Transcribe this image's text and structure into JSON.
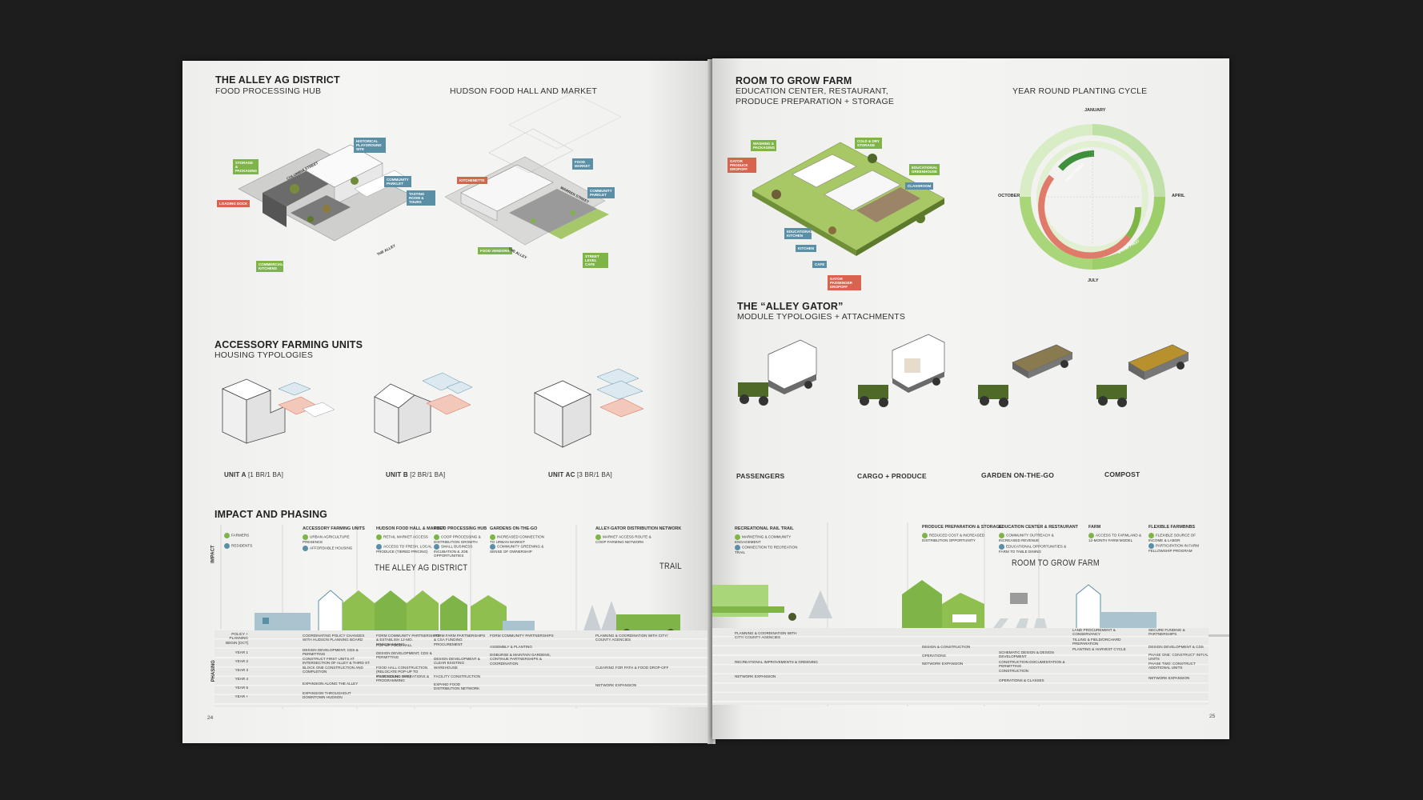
{
  "left": {
    "alley_title": "THE ALLEY AG DISTRICT",
    "alley_sub": "FOOD PROCESSING HUB",
    "hudson_title": "HUDSON FOOD HALL AND MARKET",
    "alley_labels": [
      "STORAGE & PACKAGING",
      "HISTORICAL PLAYGROUND SITE",
      "LOADING DOCK",
      "COMMUNITY PARKLET",
      "TASTING ROOM & TOURS",
      "COMMERCIAL KITCHENS"
    ],
    "alley_streets": [
      "COLUMBIA STREET",
      "THE ALLEY"
    ],
    "hudson_labels": [
      "KITCHENETTE",
      "FOOD MARKET",
      "COMMUNITY PARKLET",
      "FOOD VENDORS",
      "STREET LEVEL CAFE"
    ],
    "hudson_streets": [
      "WARREN STREET",
      "THE ALLEY"
    ],
    "afu_title": "ACCESSORY FARMING UNITS",
    "afu_sub": "HOUSING TYPOLOGIES",
    "units": [
      {
        "name": "UNIT A",
        "spec": " [1 BR/1 BA]"
      },
      {
        "name": "UNIT B",
        "spec": " [2 BR/1 BA]"
      },
      {
        "name": "UNIT AC",
        "spec": " [3 BR/1 BA]"
      }
    ],
    "impact_title": "IMPACT AND PHASING",
    "impact_side": "IMPACT",
    "phasing_side": "PHASING",
    "legend": [
      "FARMERS",
      "RESIDENTS"
    ],
    "big_labels": [
      "THE ALLEY AG DISTRICT",
      "TRAIL"
    ],
    "page_number": "24",
    "columns": [
      {
        "head": "ACCESSORY FARMING UNITS",
        "items": [
          "URBAN AGRICULTURE PRESENCE",
          "AFFORDABLE HOUSING"
        ]
      },
      {
        "head": "HUDSON FOOD HALL & MARKET",
        "items": [
          "RETAIL MARKET ACCESS",
          "ACCESS TO FRESH, LOCAL PRODUCE (TIERED PRICING)"
        ]
      },
      {
        "head": "FOOD PROCESSING HUB",
        "items": [
          "COOP PROCESSING & DISTRIBUTION GROWTH",
          "SMALL BUSINESS INCUBATION & JOB OPPORTUNITIES"
        ]
      },
      {
        "head": "GARDENS ON-THE-GO",
        "items": [
          "INCREASED CONNECTION TO URBAN MARKET",
          "COMMUNITY GREENING & SENSE OF OWNERSHIP"
        ]
      },
      {
        "head": "ALLEY-GATOR DISTRIBUTION NETWORK",
        "items": [
          "MARKET ACCESS ROUTE & COOP FARMING NETWORK"
        ]
      }
    ],
    "rows": [
      "POLICY + PLANNING",
      "BEGIN [OCT]",
      "YEAR 1",
      "YEAR 2",
      "YEAR 3",
      "YEAR 4",
      "YEAR 5",
      "YEAR +"
    ],
    "phasing": [
      [
        "COORDINATING POLICY CHANGES WITH HUDSON PLANNING BOARD",
        "DESIGN DEVELOPMENT, CDs & PERMITTING",
        "CONSTRUCT FIRST UNITS AT INTERSECTION OF ALLEY & THIRD ST. BLOCK ONE CONSTRUCTION AND COMPLETION",
        "EXPANSION ALONG THE ALLEY",
        "EXPANSION THROUGHOUT DOWNTOWN HUDSON"
      ],
      [
        "FORM COMMUNITY PARTNERSHIPS & ESTABLISH 12-MO. PROGRAMMING",
        "POP-UP FOOD HALL",
        "DESIGN DEVELOPMENT, CDs & PERMITTING",
        "FOOD HALL CONSTRUCTION (RELOCATE POP-UP TO PROCESSING HUB)",
        "YEAR ROUND OPERATIONS & PROGRAMMING"
      ],
      [
        "FORM FARM PARTNERSHIPS & CSA FUNDING PROCUREMENT",
        "DESIGN DEVELOPMENT & CLEAR EXISTING WAREHOUSE",
        "FACILITY CONSTRUCTION",
        "EXPAND FOOD DISTRIBUTION NETWORK"
      ],
      [
        "FORM COMMUNITY PARTNERSHIPS",
        "ASSEMBLY & PLANTING",
        "DISBURSE & MAINTAIN GARDENS, CONTINUE PARTNERSHIPS & COORDINATION"
      ],
      [
        "PLANNING & COORDINATION WITH CITY/ COUNTY AGENCIES",
        "CLEARING FOR PATH & FOOD DROP-OFF",
        "NETWORK EXPANSION"
      ]
    ]
  },
  "right": {
    "farm_title": "ROOM TO GROW FARM",
    "farm_sub1": "EDUCATION CENTER, RESTAURANT,",
    "farm_sub2": "PRODUCE PREPARATION + STORAGE",
    "cycle_title": "YEAR ROUND PLANTING CYCLE",
    "farm_labels": [
      "WASHING & PACKAGING",
      "COLD & DRY STORAGE",
      "GATOR PRODUCE DROPOFF",
      "EDUCATIONAL GREENHOUSE",
      "CLASSROOM",
      "EDUCATIONAL KITCHEN",
      "KITCHEN",
      "CAFE",
      "GATOR PASSENGER DROPOFF"
    ],
    "months": [
      "JANUARY",
      "APRIL",
      "JULY",
      "OCTOBER"
    ],
    "cycle_arcs": [
      "FRUIT TREES",
      "STONE FRUIT"
    ],
    "gator_title": "THE “ALLEY GATOR”",
    "gator_sub": "MODULE TYPOLOGIES + ATTACHMENTS",
    "gators": [
      "PASSENGERS",
      "CARGO + PRODUCE",
      "GARDEN ON-THE-GO",
      "COMPOST"
    ],
    "big_labels": [
      "ROOM TO GROW FARM"
    ],
    "page_number": "25",
    "columns": [
      {
        "head": "RECREATIONAL RAIL TRAIL",
        "items": [
          "MARKETING & COMMUNITY ENGAGEMENT",
          "CONNECTION TO RECREATION TRAIL"
        ]
      },
      {
        "head": "PRODUCE PREPARATION & STORAGE",
        "items": [
          "REDUCED COST & INCREASED DISTRIBUTION OPPORTUNITY"
        ]
      },
      {
        "head": "EDUCATION CENTER & RESTAURANT",
        "items": [
          "COMMUNITY OUTREACH & INCREASED REVENUE",
          "EDUCATIONAL OPPORTUNITIES & FARM TO TABLE DINING"
        ]
      },
      {
        "head": "FARM",
        "items": [
          "ACCESS TO FARMLAND & 12-MONTH FARM MODEL"
        ]
      },
      {
        "head": "FLEXIBLE FARMBNBs",
        "items": [
          "FLEXIBLE SOURCE OF INCOME & LABOR",
          "PARTICIPATION IN FARM FELLOWSHIP PROGRAM"
        ]
      }
    ],
    "phasing": [
      [
        "PLANNING & COORDINATION WITH CITY/ COUNTY AGENCIES",
        "RECREATIONAL IMPROVEMENTS & GREENING",
        "NETWORK EXPANSION"
      ],
      [
        "DESIGN & CONSTRUCTION",
        "OPERATIONS",
        "NETWORK EXPANSION"
      ],
      [
        "SCHEMATIC DESIGN & DESIGN DEVELOPMENT",
        "CONSTRUCTION DOCUMENTATION & PERMITTING",
        "CONSTRUCTION",
        "OPERATIONS & CLASSES"
      ],
      [
        "LAND PROCUREMENT & CONSERVANCY",
        "TILLING & FIELD/ORCHARD PREPARATION",
        "PLANTING & HARVEST CYCLE"
      ],
      [
        "SECURE FUNDING & PARTNERSHIPS",
        "DESIGN DEVELOPMENT & CDs",
        "PHASE ONE: CONSTRUCT INITIAL UNITS",
        "PHASE TWO: CONSTRUCT ADDITIONAL UNITS",
        "NETWORK EXPANSION"
      ]
    ]
  }
}
